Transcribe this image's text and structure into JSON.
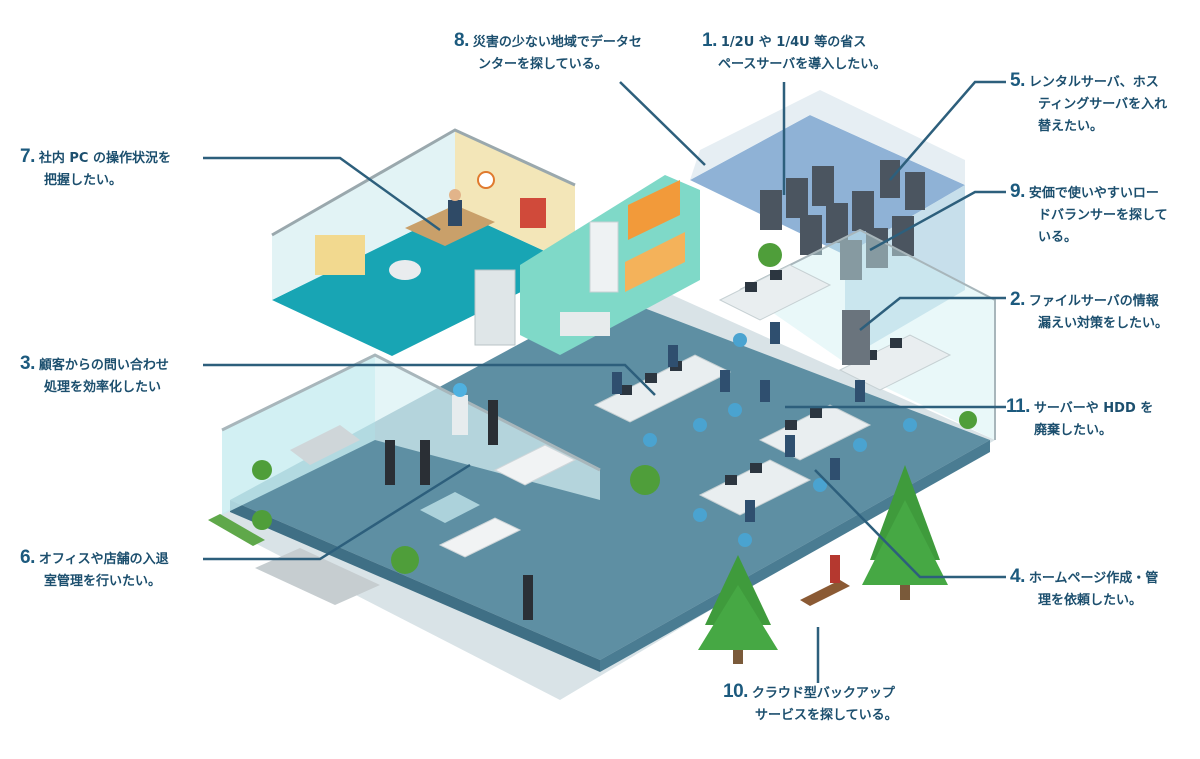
{
  "callouts": [
    {
      "id": "c1",
      "num": "1.",
      "lines": [
        "1/2U や 1/4U 等の省ス",
        "ペースサーバを導入したい。"
      ]
    },
    {
      "id": "c2",
      "num": "2.",
      "lines": [
        "ファイルサーバの情報",
        "漏えい対策をしたい。"
      ]
    },
    {
      "id": "c3",
      "num": "3.",
      "lines": [
        "顧客からの問い合わせ",
        "処理を効率化したい"
      ]
    },
    {
      "id": "c4",
      "num": "4.",
      "lines": [
        "ホームページ作成・管",
        "理を依頼したい。"
      ]
    },
    {
      "id": "c5",
      "num": "5.",
      "lines": [
        "レンタルサーバ、ホス",
        "ティングサーバを入れ",
        "替えたい。"
      ]
    },
    {
      "id": "c6",
      "num": "6.",
      "lines": [
        "オフィスや店舗の入退",
        "室管理を行いたい。"
      ]
    },
    {
      "id": "c7",
      "num": "7.",
      "lines": [
        "社内 PC の操作状況を",
        "把握したい。"
      ]
    },
    {
      "id": "c8",
      "num": "8.",
      "lines": [
        "災害の少ない地域でデータセ",
        "ンターを探している。"
      ]
    },
    {
      "id": "c9",
      "num": "9.",
      "lines": [
        "安価で使いやすいロー",
        "ドバランサーを探して",
        "いる。"
      ]
    },
    {
      "id": "c10",
      "num": "10.",
      "lines": [
        "クラウド型バックアップ",
        "サービスを探している。"
      ]
    },
    {
      "id": "c11",
      "num": "11.",
      "lines": [
        "サーバーや HDD を",
        "廃棄したい。"
      ]
    }
  ],
  "colors": {
    "callout_text": "#1c4f6e",
    "leader_line": "#2d5f7c",
    "floor": "#5e8fa3",
    "floor_edge": "#3f6f85",
    "glass": "#bfe8ee",
    "server_room": "#8fb2d6",
    "mint_wall": "#7fd9c8",
    "office_wall": "#f3e6b8",
    "teal_floor": "#18a5b4",
    "tree": "#3f9b3c",
    "trunk": "#7a5a3a"
  }
}
